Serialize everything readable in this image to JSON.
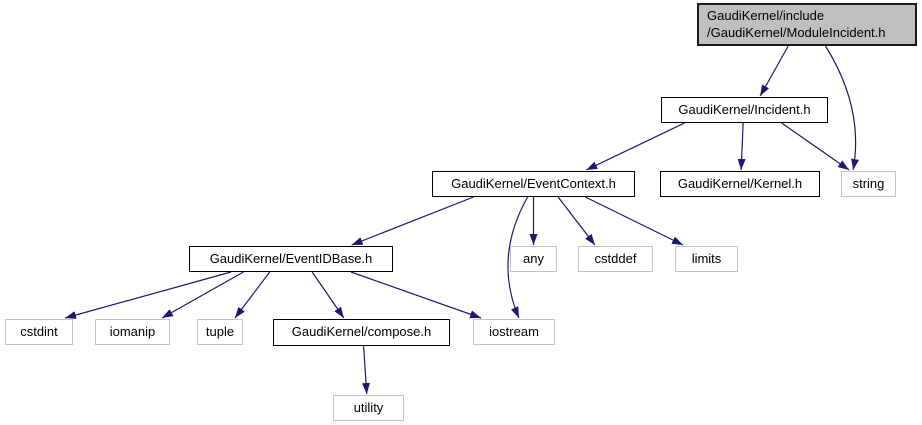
{
  "diagram": {
    "kind": "include-dependency-graph",
    "colors": {
      "background": "#ffffff",
      "edge": "#191970",
      "node_fill": "#ffffff",
      "node_border": "#000000",
      "std_node_border": "#c4c4c4",
      "main_node_fill": "#bfbfbf"
    },
    "nodes": [
      {
        "id": "module_incident",
        "type": "current-file",
        "line1": "GaudiKernel/include",
        "line2": "/GaudiKernel/ModuleIncident.h"
      },
      {
        "id": "incident",
        "type": "project-header",
        "label": "GaudiKernel/Incident.h"
      },
      {
        "id": "event_context",
        "type": "project-header",
        "label": "GaudiKernel/EventContext.h"
      },
      {
        "id": "kernel",
        "type": "project-header",
        "label": "GaudiKernel/Kernel.h"
      },
      {
        "id": "string",
        "type": "system-header",
        "label": "string"
      },
      {
        "id": "event_id_base",
        "type": "project-header",
        "label": "GaudiKernel/EventIDBase.h"
      },
      {
        "id": "any",
        "type": "system-header",
        "label": "any"
      },
      {
        "id": "cstddef",
        "type": "system-header",
        "label": "cstddef"
      },
      {
        "id": "limits",
        "type": "system-header",
        "label": "limits"
      },
      {
        "id": "cstdint",
        "type": "system-header",
        "label": "cstdint"
      },
      {
        "id": "iomanip",
        "type": "system-header",
        "label": "iomanip"
      },
      {
        "id": "tuple",
        "type": "system-header",
        "label": "tuple"
      },
      {
        "id": "compose",
        "type": "project-header",
        "label": "GaudiKernel/compose.h"
      },
      {
        "id": "iostream",
        "type": "system-header",
        "label": "iostream"
      },
      {
        "id": "utility",
        "type": "system-header",
        "label": "utility"
      }
    ],
    "edges": [
      {
        "from": "module_incident",
        "to": "incident"
      },
      {
        "from": "module_incident",
        "to": "string",
        "bend": 25
      },
      {
        "from": "incident",
        "to": "event_context"
      },
      {
        "from": "incident",
        "to": "kernel"
      },
      {
        "from": "incident",
        "to": "string"
      },
      {
        "from": "event_context",
        "to": "event_id_base"
      },
      {
        "from": "event_context",
        "to": "any"
      },
      {
        "from": "event_context",
        "to": "cstddef"
      },
      {
        "from": "event_context",
        "to": "limits"
      },
      {
        "from": "event_context",
        "to": "iostream",
        "bend": -30
      },
      {
        "from": "event_id_base",
        "to": "cstdint"
      },
      {
        "from": "event_id_base",
        "to": "iomanip"
      },
      {
        "from": "event_id_base",
        "to": "tuple"
      },
      {
        "from": "event_id_base",
        "to": "compose"
      },
      {
        "from": "event_id_base",
        "to": "iostream"
      },
      {
        "from": "compose",
        "to": "utility"
      }
    ]
  }
}
